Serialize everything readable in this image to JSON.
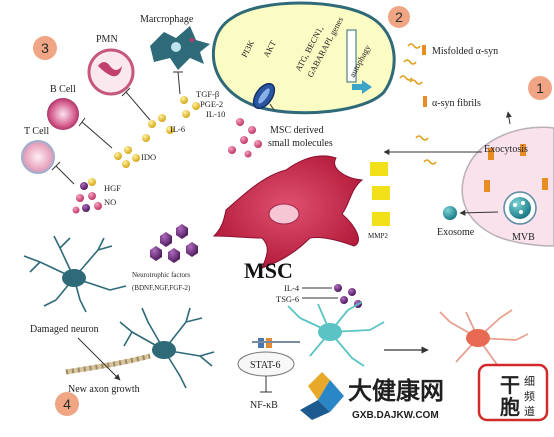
{
  "badges": [
    "1",
    "2",
    "3",
    "4"
  ],
  "cells": {
    "msc": "MSC",
    "pmn": "PMN",
    "macrophage": "Marcrophage",
    "b_cell": "B Cell",
    "t_cell": "T Cell",
    "damaged_neuron": "Damaged neuron",
    "new_axon_growth": "New axon growth",
    "exosome": "Exosome",
    "mvb": "MVB"
  },
  "factors": {
    "tgf_beta": "TGF-β",
    "pge2": "PGE-2",
    "il10": "IL-10",
    "il6": "IL-6",
    "ido": "IDO",
    "hgf": "HGF",
    "no": "NO",
    "msc_small_line1": "MSC derived",
    "msc_small_line2": "small molecules",
    "mmp2": "MMP2",
    "neuro_line1": "Neurotrophic factors",
    "neuro_line2": "(BDNF,NGF,FGF-2)",
    "il4": "IL-4",
    "tsg6": "TSG-6",
    "stat6": "STAT-6",
    "nfkb": "NF-κB"
  },
  "cell_box": {
    "pi3k": "PI3K",
    "akt": "AKT",
    "genes_line1": "ATG, BECN1,",
    "genes_line2": "GABARAPL genes",
    "autophagy": "autophagy"
  },
  "syn": {
    "misfolded": "Misfolded α-syn",
    "fibrils": "α-syn fibrils",
    "exocytosis": "Exocytosis"
  },
  "logo": {
    "title": "大健康网",
    "url": "GXB.DAJKW.COM",
    "seal": "干细胞频道"
  },
  "colors": {
    "badge": "#f0a585",
    "msc_body": "#c8244a",
    "nucleus_cell": "#fbfbc4",
    "exo_cell": "#f9e2ec",
    "purple": "#6a2a7a",
    "gold": "#e4c431",
    "orange_bar": "#ea8c24",
    "neuron": "#2f6a78",
    "logo_red": "#d12a2a"
  },
  "icons": [
    "arrow-icon",
    "inhibition-icon",
    "autophagy-arrow-icon",
    "mmp2-square-icon",
    "receptor-icon",
    "logo-mark-icon"
  ]
}
